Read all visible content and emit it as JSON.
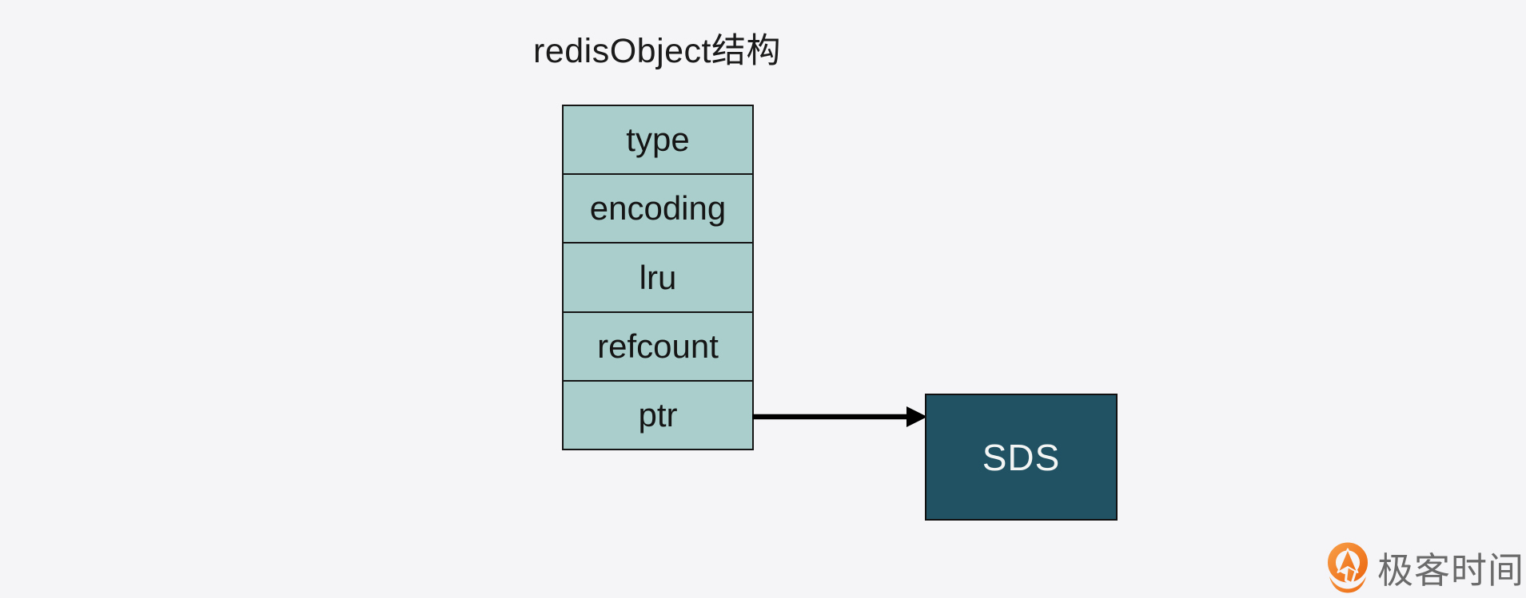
{
  "page": {
    "background_color": "#f5f5f7"
  },
  "diagram": {
    "title": "redisObject结构",
    "struct": {
      "fields": [
        "type",
        "encoding",
        "lru",
        "refcount",
        "ptr"
      ],
      "cell_fill_color": "#aacecb",
      "border_color": "#151515",
      "text_color": "#151515"
    },
    "pointer": {
      "from_field": "ptr",
      "to_box": "SDS",
      "arrow_color": "#000000"
    },
    "target_box": {
      "label": "SDS",
      "fill_color": "#215263",
      "text_color": "#f2f5f4",
      "border_color": "#101010"
    }
  },
  "watermark": {
    "brand": "极客时间",
    "icon": "geektime-logo-icon",
    "icon_color": "#ef7c2a",
    "text_color": "#6b6b6b"
  }
}
